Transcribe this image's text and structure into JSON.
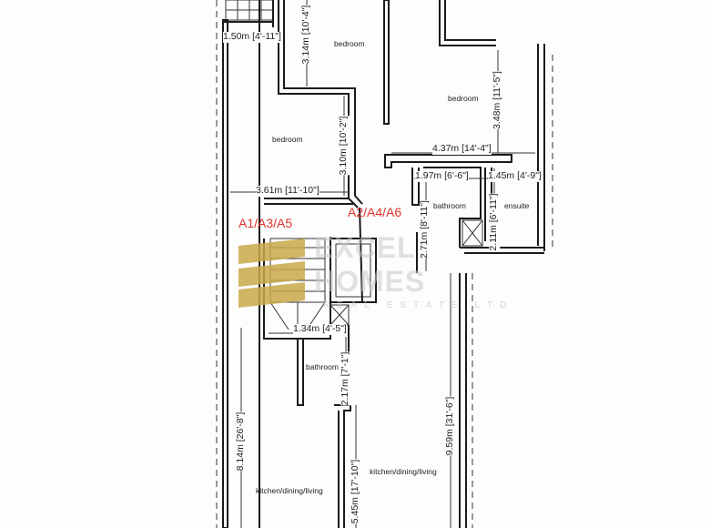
{
  "rooms": {
    "bedroom_top": "bedroom",
    "bedroom_right": "bedroom",
    "bedroom_left": "bedroom",
    "bathroom_upper": "bathroom",
    "ensuite": "ensuite",
    "bathroom_lower": "bathroom",
    "kitchen_left": "kitchen/dining/living",
    "kitchen_right": "kitchen/dining/living"
  },
  "dimensions": {
    "d150": "1.50m [4'-11\"]",
    "d314": "3.14m [10'-4\"]",
    "d310": "3.10m [10'-2\"]",
    "d361": "3.61m [11'-10\"]",
    "d437": "4.37m [14'-4\"]",
    "d348": "3.48m [11'-5\"]",
    "d197": "1.97m [6'-6\"]",
    "d145": "1.45m [4'-9\"]",
    "d271": "2.71m [8'-11\"]",
    "d211": "2.11m [6'-11\"]",
    "d134": "1.34m [4'-5\"]",
    "d217": "2.17m [7'-1\"]",
    "d814": "8.14m [26'-8\"]",
    "d959": "9.59m [31'-6\"]",
    "d545": "5.45m [17'-10\"]"
  },
  "units": {
    "left": "A1/A3/A5",
    "right": "A2/A4/A6"
  },
  "watermark": {
    "line1": "EXCEL",
    "line2": "HOMES",
    "line3": "REAL ESTATE LTD"
  },
  "colors": {
    "unit_label": "#e0332b",
    "logo_gold": "#c9a94a"
  }
}
